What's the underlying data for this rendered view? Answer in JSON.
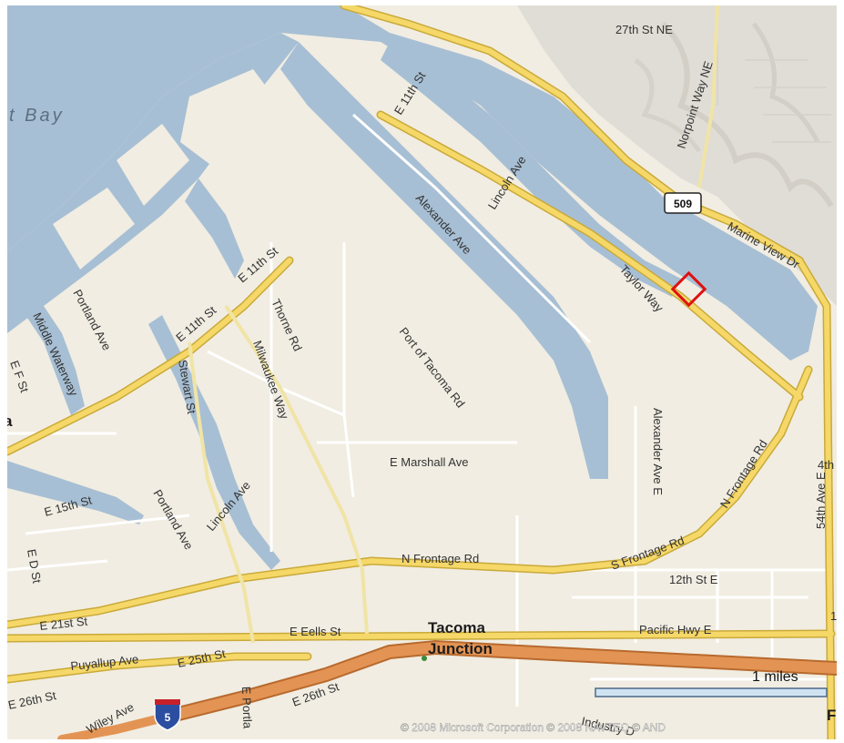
{
  "map": {
    "water_labels": {
      "bay": "t Bay"
    },
    "place_labels": {
      "tacoma_junction_line1": "Tacoma",
      "tacoma_junction_line2": "Junction",
      "edge_f": "F",
      "edge_4th": "4th",
      "edge_1": "1",
      "edge_a": "a"
    },
    "street_labels": {
      "st_27th_ne": "27th St NE",
      "e_11th_st_top": "E 11th St",
      "norpoint_way_ne": "Norpoint Way NE",
      "marine_view_dr": "Marine View Dr",
      "alexander_ave": "Alexander Ave",
      "lincoln_ave_north": "Lincoln Ave",
      "taylor_way": "Taylor Way",
      "e_11th_st_mid": "E 11th St",
      "e_11th_st_west": "E 11th St",
      "thorne_rd": "Thorne Rd",
      "port_of_tacoma_rd": "Port of Tacoma Rd",
      "portland_ave_north": "Portland Ave",
      "middle_waterway": "Middle Waterway",
      "e_f_st": "E F St",
      "stewart_st": "Stewart St",
      "milwaukee_way": "Milwaukee Way",
      "e_marshall_ave": "E Marshall Ave",
      "alexander_ave_e": "Alexander Ave E",
      "n_frontage_rd_east": "N Frontage Rd",
      "e_15th_st": "E 15th St",
      "portland_ave_south": "Portland Ave",
      "lincoln_ave_south": "Lincoln Ave",
      "e_d_st": "E D St",
      "n_frontage_rd_mid": "N Frontage Rd",
      "s_frontage_rd": "S Frontage Rd",
      "st_12th_e": "12th St E",
      "ave_54th_e": "54th Ave E",
      "e_21st_st": "E 21st St",
      "e_eells_st": "E Eells St",
      "pacific_hwy_e": "Pacific Hwy E",
      "puyallup_ave": "Puyallup Ave",
      "e_25th_st": "E 25th St",
      "e_26th_st_west": "E 26th St",
      "e_26th_st_east": "E 26th St",
      "wiley_ave": "Wiley Ave",
      "e_portland": "E Portla",
      "industry": "Industry D"
    },
    "shields": {
      "sr_509": "509",
      "i_5": "5"
    },
    "scale": {
      "label": "1 miles"
    },
    "copyright": "© 2008 Microsoft Corporation   © 2008 NAVTEQ   © AND",
    "marker": {
      "name": "location-marker",
      "color": "#e01010"
    },
    "colors": {
      "water": "#a7bfd4",
      "land": "#f1ede2",
      "major_road": "#f5d867",
      "highway": "#e39454",
      "marker": "#e01010"
    }
  }
}
